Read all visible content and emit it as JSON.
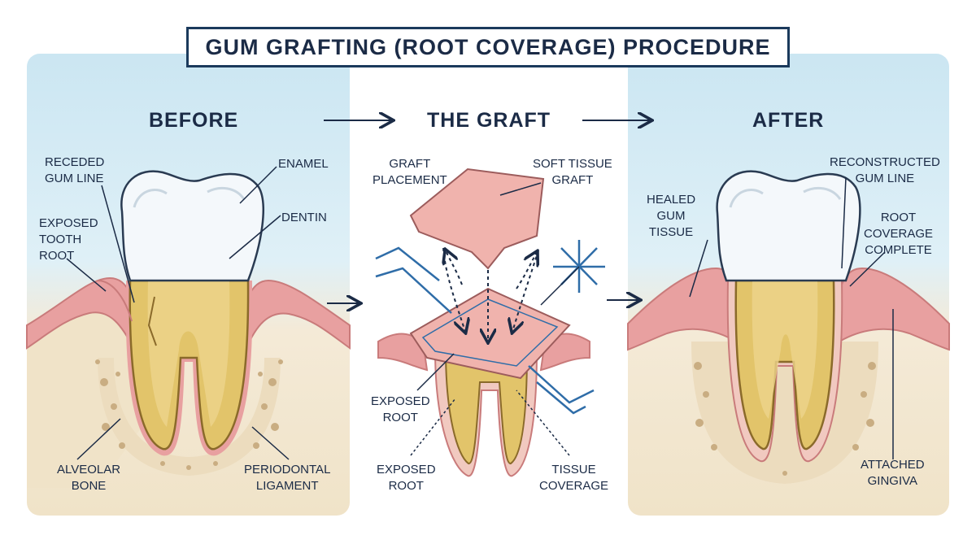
{
  "title": "GUM GRAFTING (ROOT COVERAGE) PROCEDURE",
  "sections": {
    "before": "BEFORE",
    "graft": "THE GRAFT",
    "after": "AFTER"
  },
  "labels": {
    "before": {
      "receded_gum_line": "RECEDED\nGUM LINE",
      "exposed_tooth_root": "EXPOSED\nTOOTH\nROOT",
      "enamel": "ENAMEL",
      "dentin": "DENTIN",
      "alveolar_bone": "ALVEOLAR\nBONE",
      "periodontal_ligament": "PERIODONTAL\nLIGAMENT"
    },
    "graft": {
      "graft_placement": "GRAFT\nPLACEMENT",
      "soft_tissue_graft": "SOFT TISSUE\nGRAFT",
      "exposed_root_upper": "EXPOSED\nROOT",
      "exposed_root_lower": "EXPOSED\nROOT",
      "tissue_coverage": "TISSUE\nCOVERAGE"
    },
    "after": {
      "healed_gum_tissue": "HEALED\nGUM\nTISSUE",
      "reconstructed_gum_line": "RECONSTRUCTED\nGUM LINE",
      "root_coverage_complete": "ROOT\nCOVERAGE\nCOMPLETE",
      "attached_gingiva": "ATTACHED\nGINGIVA"
    }
  },
  "colors": {
    "navy": "#1b2b46",
    "gum": "#e8a0a0",
    "gum_light": "#f3c4c0",
    "root": "#e2c46a",
    "enamel": "#f4f8fb",
    "bone": "#ead9bb",
    "accent_blue": "#2f6da8"
  }
}
